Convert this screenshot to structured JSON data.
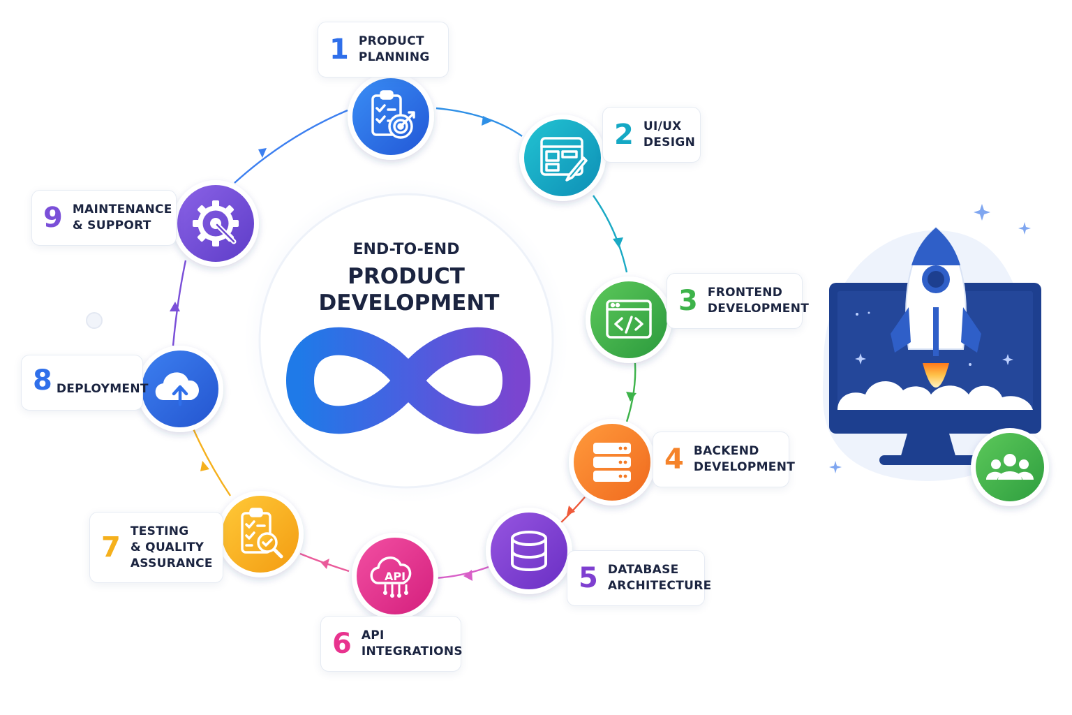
{
  "center": {
    "line1": "END-TO-END",
    "line2": "PRODUCT",
    "line3": "DEVELOPMENT"
  },
  "steps": [
    {
      "num": "1",
      "line1": "PRODUCT",
      "line2": "PLANNING",
      "color": "#2f6fea",
      "icon": "clipboard-target-icon"
    },
    {
      "num": "2",
      "line1": "UI/UX",
      "line2": "DESIGN",
      "color": "#14a8c4",
      "icon": "wireframe-pencil-icon"
    },
    {
      "num": "3",
      "line1": "FRONTEND",
      "line2": "DEVELOPMENT",
      "color": "#3db34a",
      "icon": "code-window-icon"
    },
    {
      "num": "4",
      "line1": "BACKEND",
      "line2": "DEVELOPMENT",
      "color": "#f5832a",
      "icon": "server-icon"
    },
    {
      "num": "5",
      "line1": "DATABASE",
      "line2": "ARCHITECTURE",
      "color": "#7e3fd0",
      "icon": "database-icon"
    },
    {
      "num": "6",
      "line1": "API",
      "line2": "INTEGRATIONS",
      "color": "#e8338e",
      "icon": "api-cloud-icon",
      "icon_text": "API"
    },
    {
      "num": "7",
      "line1": "TESTING",
      "line2": "& QUALITY",
      "line3": "ASSURANCE",
      "color": "#f5b01c",
      "icon": "clipboard-magnifier-icon"
    },
    {
      "num": "8",
      "line1": "DEPLOYMENT",
      "color": "#2f6fea",
      "icon": "cloud-upload-icon"
    },
    {
      "num": "9",
      "line1": "MAINTENANCE",
      "line2": "& SUPPORT",
      "color": "#7a4fd8",
      "icon": "gear-wrench-icon"
    }
  ],
  "illustration": {
    "icons": [
      "monitor-icon",
      "rocket-icon",
      "team-icon",
      "sparkle-icon"
    ],
    "colors": {
      "screen": "#1d3f8f",
      "badge": "#3db34a"
    }
  }
}
